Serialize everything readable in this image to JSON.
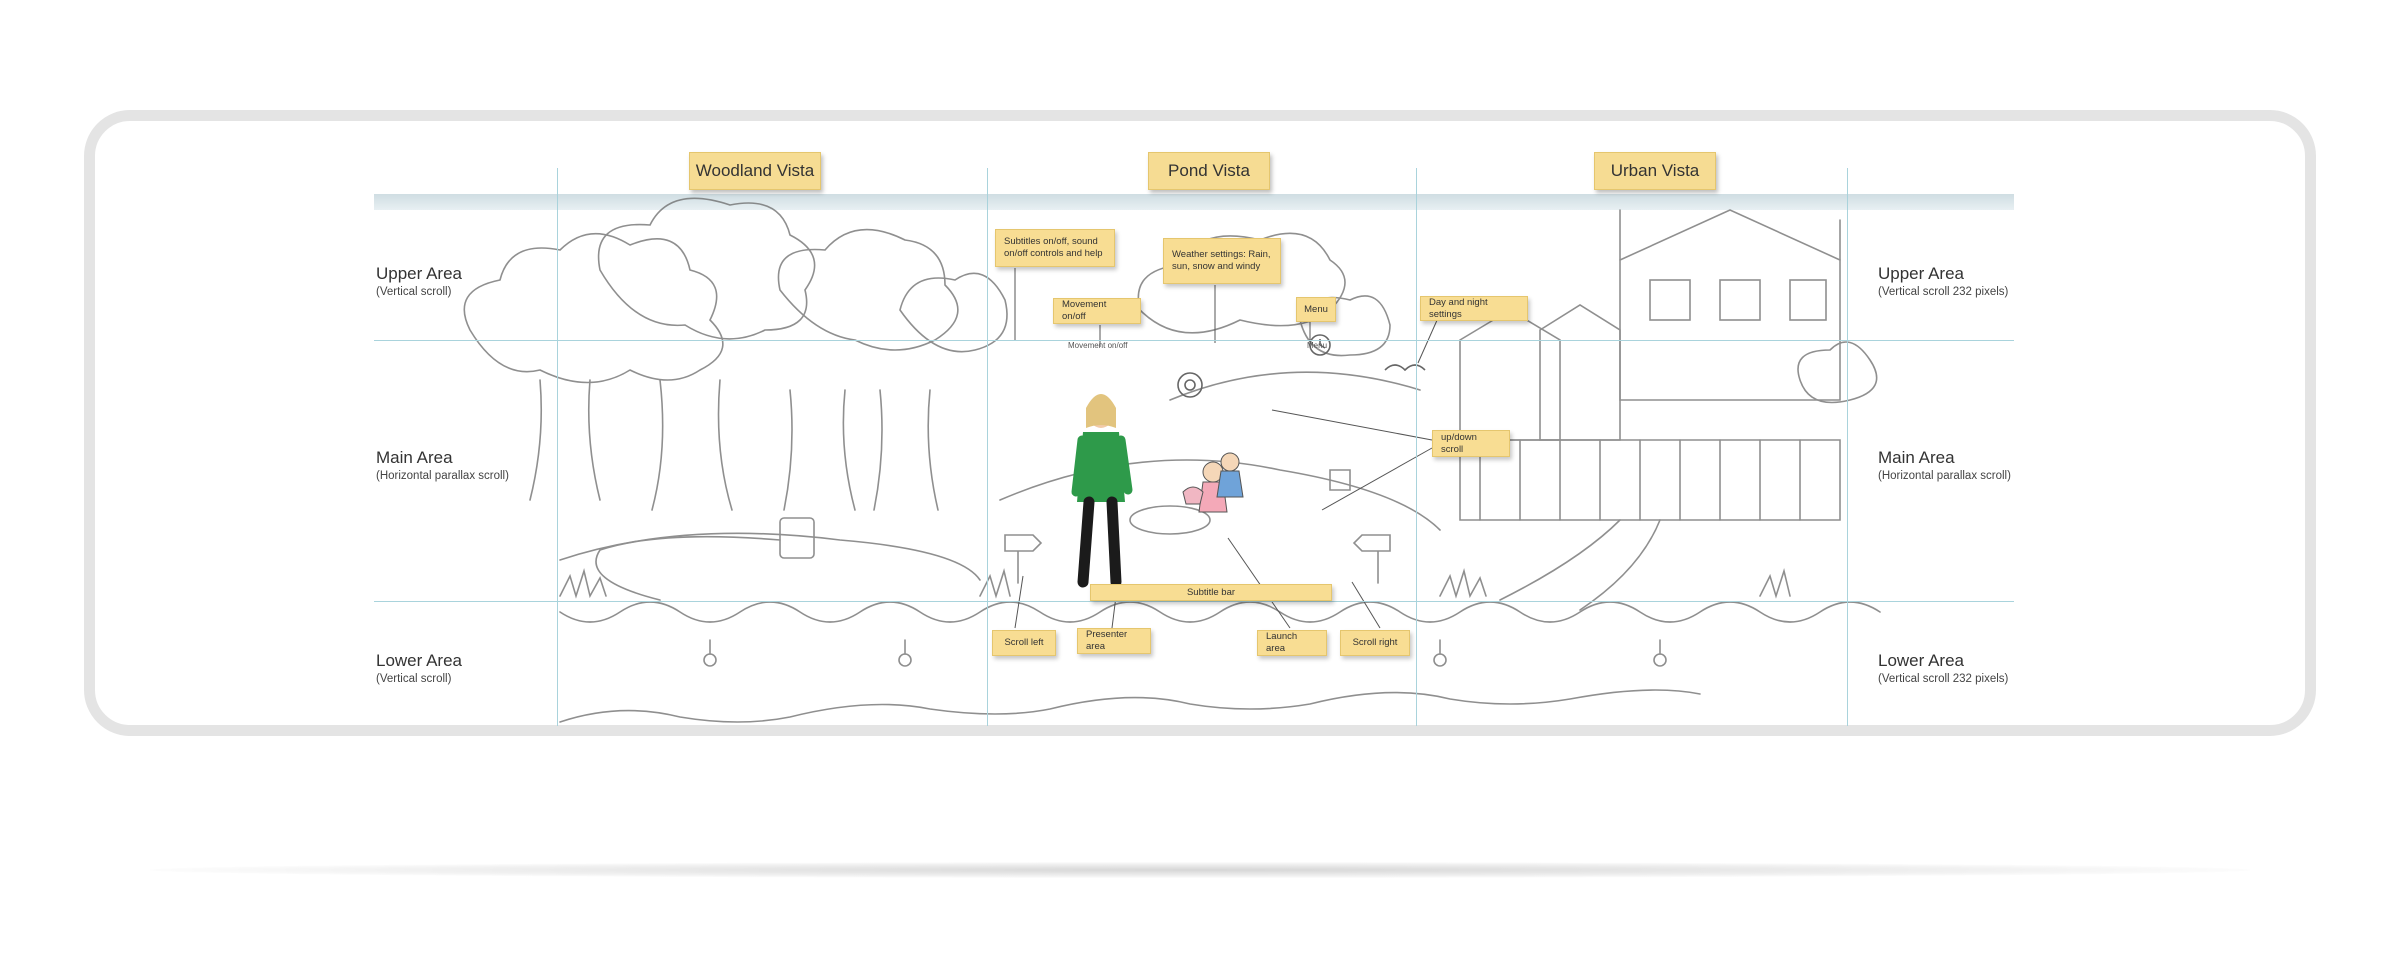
{
  "vistas": [
    {
      "label": "Woodland Vista"
    },
    {
      "label": "Pond Vista"
    },
    {
      "label": "Urban Vista"
    }
  ],
  "left_labels": [
    {
      "title": "Upper Area",
      "sub": "(Vertical scroll)"
    },
    {
      "title": "Main Area",
      "sub": "(Horizontal parallax scroll)"
    },
    {
      "title": "Lower Area",
      "sub": "(Vertical scroll)"
    }
  ],
  "right_labels": [
    {
      "title": "Upper Area",
      "sub": "(Vertical scroll 232 pixels)"
    },
    {
      "title": "Main Area",
      "sub": "(Horizontal parallax scroll)"
    },
    {
      "title": "Lower Area",
      "sub": "(Vertical scroll 232 pixels)"
    }
  ],
  "notes": {
    "subtitles": "Subtitles on/off, sound on/off controls and help",
    "weather": "Weather settings: Rain, sun, snow and windy",
    "movement": "Movement on/off",
    "menu": "Menu",
    "day_night": "Day and night settings",
    "up_down": "up/down scroll",
    "subtitle_bar": "Subtitle bar",
    "scroll_left": "Scroll left",
    "presenter": "Presenter area",
    "launch": "Launch area",
    "scroll_right": "Scroll right"
  },
  "mini_labels": {
    "movement": "Movement on/off",
    "menu": "Menu"
  },
  "colors": {
    "sticky_note": "#f8dd93",
    "guide_line": "#a9d3dc",
    "frame": "#e4e4e4",
    "presenter_top": "#2e9a4a"
  },
  "icons": [
    "gear-icon",
    "bird-icon",
    "clock-icon"
  ]
}
